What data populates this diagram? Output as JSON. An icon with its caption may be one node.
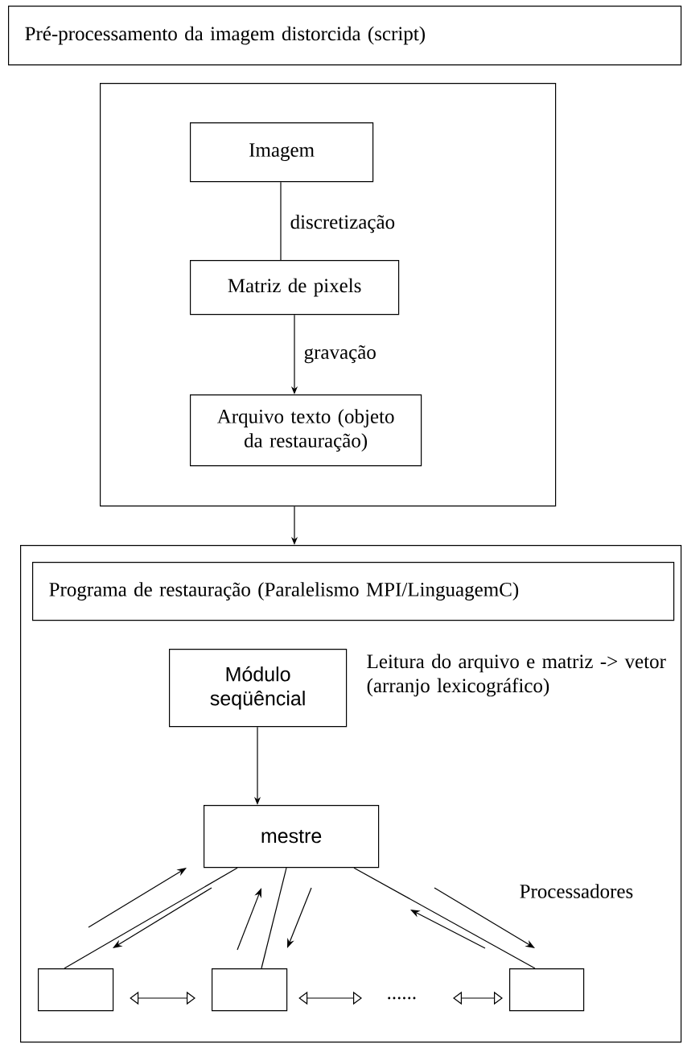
{
  "diagram": {
    "nodes": [
      {
        "text": [
          "Pré-processamento da imagem distorcida (script)"
        ]
      },
      {
        "text": [],
        "shape": "box"
      },
      {
        "text": [
          "Imagem"
        ],
        "in": 1
      },
      {
        "text": [
          "Matriz de pixels"
        ],
        "in": 1
      },
      {
        "text": [
          "Arquivo texto (objeto da restauração)"
        ],
        "in": 1
      },
      {
        "text": [],
        "shape": "box"
      },
      {
        "text": [
          "Programa de restauração (Paralelismo MPI/LinguagemC)"
        ],
        "in": 5
      },
      {
        "text": [
          "Módulo seqüêncial"
        ],
        "in": 5,
        "beside": [
          "Leitura do arquivo e matriz -> vetor (arranjo lexicográfico)"
        ]
      },
      {
        "text": [
          "mestre"
        ],
        "in": 5
      },
      {
        "text": [],
        "shape": "box",
        "in": 5
      },
      {
        "text": [],
        "shape": "box",
        "in": 5
      },
      {
        "text": [],
        "shape": "box",
        "in": 5
      }
    ],
    "edges": [
      {
        "from": 2,
        "to": 3,
        "arrow": "none",
        "label": "discretização"
      },
      {
        "from": 3,
        "to": 4,
        "arrow": "to",
        "label": "gravação"
      },
      {
        "from": 1,
        "to": 5,
        "arrow": "to"
      },
      {
        "from": 7,
        "to": 8,
        "arrow": "to"
      },
      {
        "from": 8,
        "to": 9,
        "arrow": "none"
      },
      {
        "from": 8,
        "to": 10,
        "arrow": "none"
      },
      {
        "from": 8,
        "to": 11,
        "arrow": "none"
      },
      {
        "from": 9,
        "to": 10,
        "arrow": "both"
      },
      {
        "from": 10,
        "to": null,
        "arrow": "both"
      },
      {
        "from": null,
        "to": 11,
        "arrow": "both"
      }
    ],
    "labels": [
      "Processadores",
      "......"
    ]
  }
}
